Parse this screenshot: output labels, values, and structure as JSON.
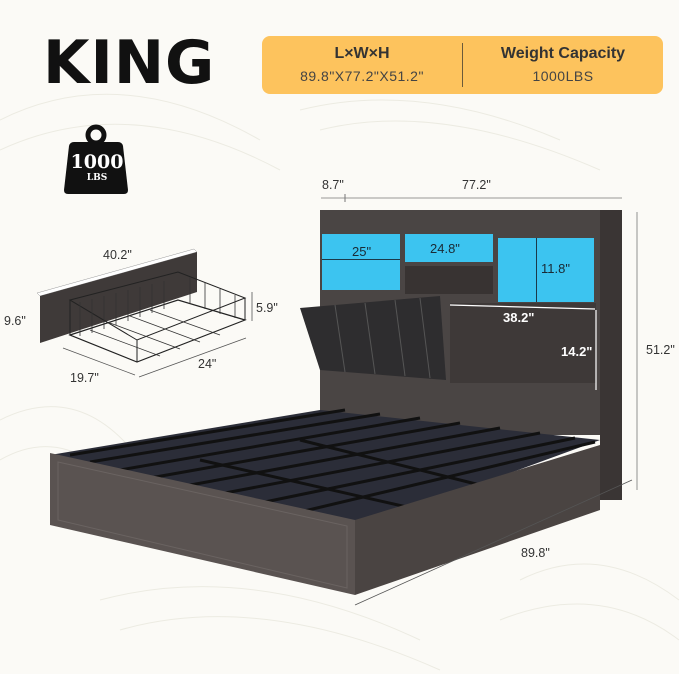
{
  "title": "KING",
  "specs": {
    "dimensions_label": "L×W×H",
    "dimensions_value": "89.8\"X77.2\"X51.2\"",
    "capacity_label": "Weight Capacity",
    "capacity_value": "1000LBS"
  },
  "weight_badge": {
    "value": "1000",
    "unit": "LBS",
    "icon": "weight-icon"
  },
  "drawer": {
    "width": "40.2\"",
    "front_height": "9.6\"",
    "basket_height": "5.9\"",
    "depth": "24\"",
    "basket_width": "19.7\""
  },
  "headboard": {
    "side_depth": "8.7\"",
    "width": "77.2\"",
    "height": "51.2\"",
    "left_shelf": "25\"",
    "middle_shelf": "24.8\"",
    "right_shelf_height": "11.8\"",
    "lower_shelf_width": "38.2\"",
    "lower_shelf_height": "14.2\""
  },
  "bed": {
    "length": "89.8\""
  },
  "colors": {
    "spec_box": "#fdc35d",
    "wood": "#4a4544",
    "led_blue": "#3cc4f0",
    "background": "#fbfaf6"
  }
}
